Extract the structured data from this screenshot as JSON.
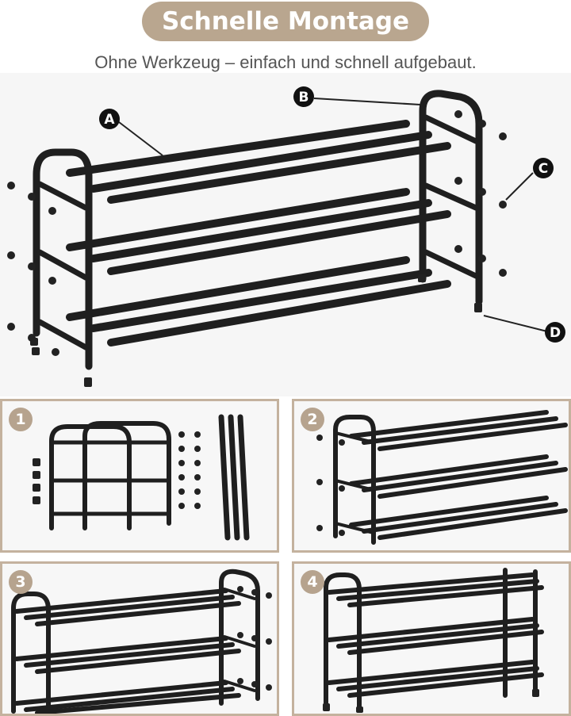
{
  "header": {
    "title": "Schnelle Montage",
    "subtitle": "Ohne Werkzeug – einfach und schnell aufgebaut."
  },
  "callouts": [
    "A",
    "B",
    "C",
    "D"
  ],
  "steps": [
    {
      "number": "1"
    },
    {
      "number": "2"
    },
    {
      "number": "3"
    },
    {
      "number": "4"
    }
  ],
  "colors": {
    "accent": "#b9a68f",
    "panel_border": "#c4b29e",
    "frame": "#1f1f1f"
  }
}
